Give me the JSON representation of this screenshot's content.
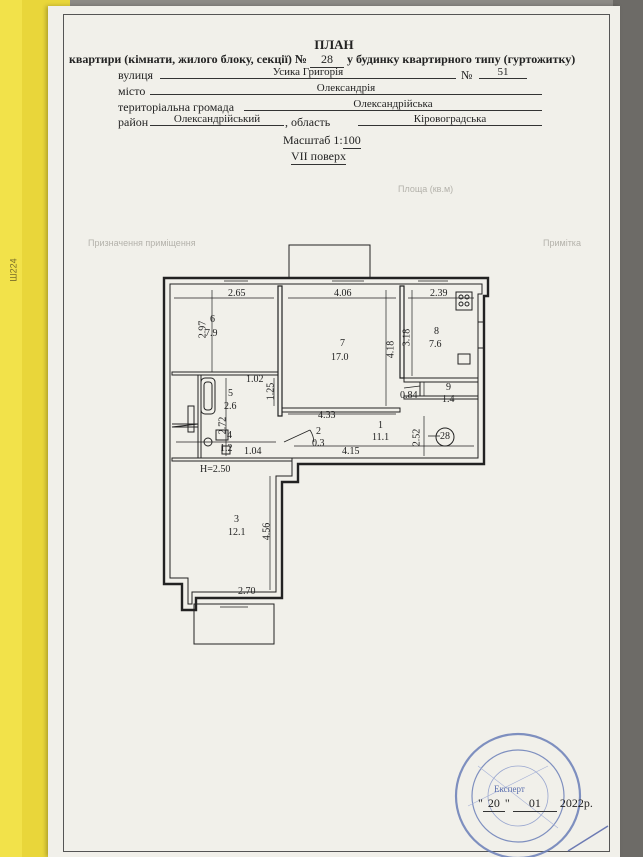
{
  "header": {
    "title": "ПЛАН",
    "subtitle_prefix": "квартири (кімнати, жилого блоку, секції) №",
    "apartment_no": "28",
    "subtitle_suffix": "у будинку квартирного типу (гуртожитку)"
  },
  "address": {
    "street_label": "вулиця",
    "street_value": "Усика Григорія",
    "number_label": "№",
    "number_value": "51",
    "city_label": "місто",
    "city_value": "Олександрія",
    "community_label": "територіальна громада",
    "community_value": "Олександрійська",
    "district_label": "район",
    "district_value": "Олександрійський",
    "region_label": ", область",
    "region_value": "Кіровоградська"
  },
  "scale": {
    "label": "Масштаб 1:",
    "value": "100"
  },
  "floor": "VII поверх",
  "plan": {
    "rooms": [
      {
        "no": "6",
        "area": "7.9"
      },
      {
        "no": "7",
        "area": "17.0"
      },
      {
        "no": "8",
        "area": "7.6"
      },
      {
        "no": "5",
        "area": "2.6"
      },
      {
        "no": "9",
        "area": "1.4"
      },
      {
        "no": "4",
        "area": "1.2"
      },
      {
        "no": "2",
        "area": "0.3"
      },
      {
        "no": "1",
        "area": "11.1"
      },
      {
        "no": "3",
        "area": "12.1"
      }
    ],
    "dims": [
      "2.65",
      "4.06",
      "2.39",
      "2.97",
      "4.18",
      "3.18",
      "1.02",
      "1.25",
      "2.72",
      "4.33",
      "0.84",
      "2.52",
      "1.04",
      "4.15",
      "4.56",
      "2.70"
    ],
    "height": "H=2.50",
    "apt_marker": "28"
  },
  "footer": {
    "day": "20",
    "month": "01",
    "year": "2022р."
  },
  "stamp": {
    "text": "Експерт"
  },
  "ghost": [
    "Площа (кв.м)",
    "Призначення приміщення",
    "Примітка",
    "Ш224"
  ]
}
